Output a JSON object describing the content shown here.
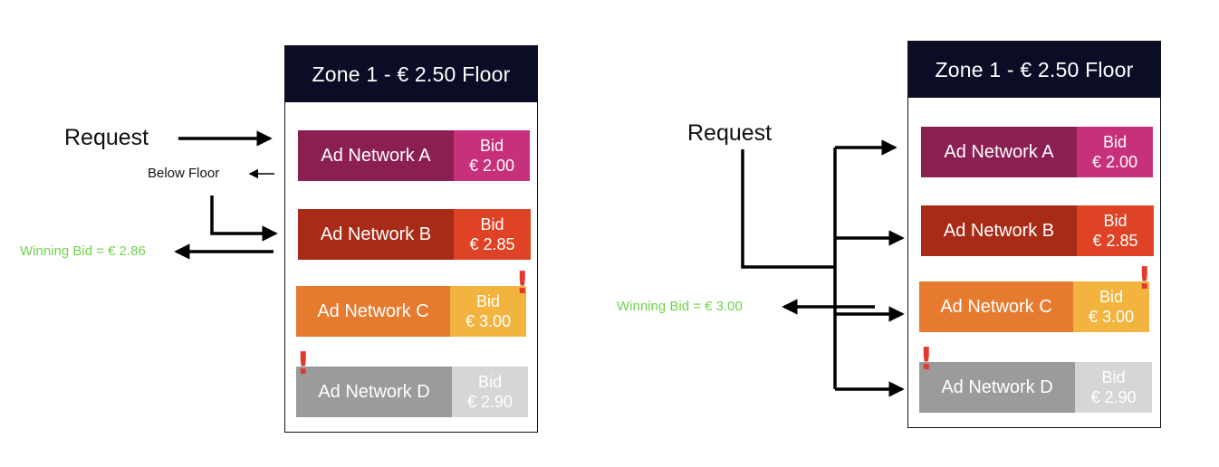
{
  "left": {
    "zone_title": "Zone 1 - € 2.50 Floor",
    "request_label": "Request",
    "below_floor_label": "Below Floor",
    "winning_label": "Winning Bid = € 2.86",
    "networks": [
      {
        "name": "Ad Network A",
        "bid_label": "Bid",
        "bid_value": "€ 2.00",
        "name_color": "#8b1e53",
        "bid_color": "#c7307a"
      },
      {
        "name": "Ad Network B",
        "bid_label": "Bid",
        "bid_value": "€ 2.85",
        "name_color": "#a82b18",
        "bid_color": "#de4326"
      },
      {
        "name": "Ad Network C",
        "bid_label": "Bid",
        "bid_value": "€ 3.00",
        "name_color": "#e67a2f",
        "bid_color": "#f2b43e"
      },
      {
        "name": "Ad Network D",
        "bid_label": "Bid",
        "bid_value": "€ 2.90",
        "name_color": "#9b9b9b",
        "bid_color": "#d6d6d6"
      }
    ]
  },
  "right": {
    "zone_title": "Zone 1 - € 2.50 Floor",
    "request_label": "Request",
    "winning_label": "Winning Bid = € 3.00",
    "networks": [
      {
        "name": "Ad Network A",
        "bid_label": "Bid",
        "bid_value": "€ 2.00",
        "name_color": "#8b1e53",
        "bid_color": "#c7307a"
      },
      {
        "name": "Ad Network B",
        "bid_label": "Bid",
        "bid_value": "€ 2.85",
        "name_color": "#a82b18",
        "bid_color": "#de4326"
      },
      {
        "name": "Ad Network C",
        "bid_label": "Bid",
        "bid_value": "€ 3.00",
        "name_color": "#e67a2f",
        "bid_color": "#f2b43e"
      },
      {
        "name": "Ad Network D",
        "bid_label": "Bid",
        "bid_value": "€ 2.90",
        "name_color": "#9b9b9b",
        "bid_color": "#d6d6d6"
      }
    ]
  },
  "alert_mark": "!",
  "colors": {
    "header_bg": "#0b0c25",
    "winning_text": "#6fd34a",
    "alert": "#e03a2f",
    "arrow": "#000000"
  }
}
